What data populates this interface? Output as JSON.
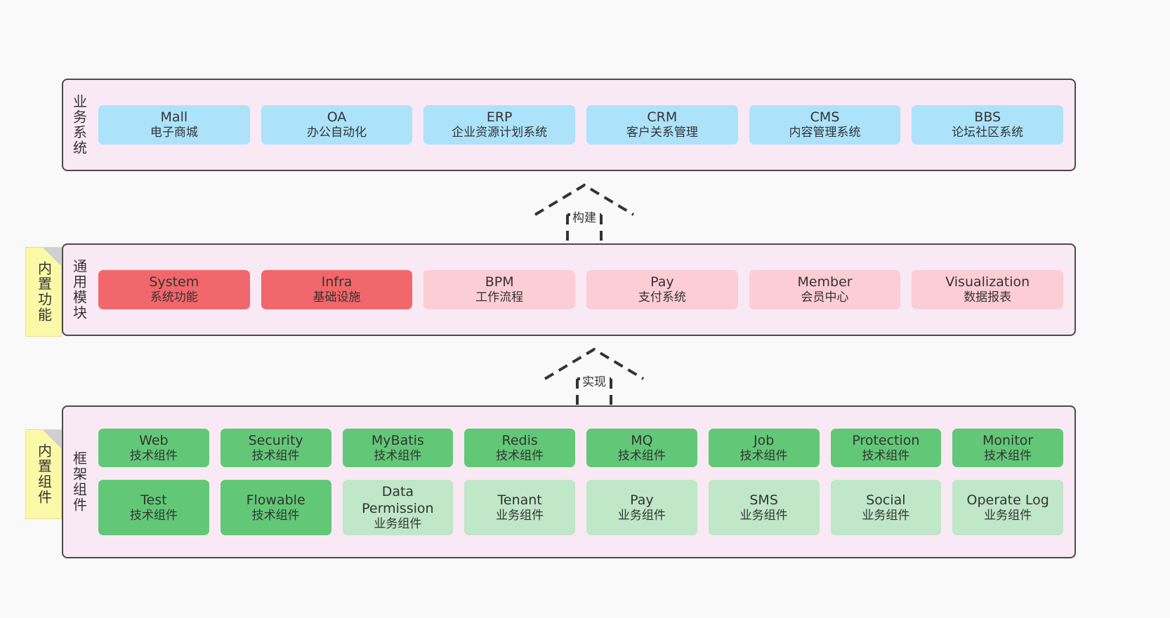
{
  "layers": [
    {
      "id": "business-systems",
      "title": "业务系统",
      "rows": [
        [
          {
            "name": "Mall",
            "desc": "电子商城",
            "color": "c-blue"
          },
          {
            "name": "OA",
            "desc": "办公自动化",
            "color": "c-blue"
          },
          {
            "name": "ERP",
            "desc": "企业资源计划系统",
            "color": "c-blue"
          },
          {
            "name": "CRM",
            "desc": "客户关系管理",
            "color": "c-blue"
          },
          {
            "name": "CMS",
            "desc": "内容管理系统",
            "color": "c-blue"
          },
          {
            "name": "BBS",
            "desc": "论坛社区系统",
            "color": "c-blue"
          }
        ]
      ]
    },
    {
      "id": "common-modules",
      "title": "通用模块",
      "note": "内置功能",
      "rows": [
        [
          {
            "name": "System",
            "desc": "系统功能",
            "color": "c-red"
          },
          {
            "name": "Infra",
            "desc": "基础设施",
            "color": "c-red"
          },
          {
            "name": "BPM",
            "desc": "工作流程",
            "color": "c-pink"
          },
          {
            "name": "Pay",
            "desc": "支付系统",
            "color": "c-pink"
          },
          {
            "name": "Member",
            "desc": "会员中心",
            "color": "c-pink"
          },
          {
            "name": "Visualization",
            "desc": "数据报表",
            "color": "c-pink"
          }
        ]
      ]
    },
    {
      "id": "framework-components",
      "title": "框架组件",
      "note": "内置组件",
      "rows": [
        [
          {
            "name": "Web",
            "desc": "技术组件",
            "color": "c-green"
          },
          {
            "name": "Security",
            "desc": "技术组件",
            "color": "c-green"
          },
          {
            "name": "MyBatis",
            "desc": "技术组件",
            "color": "c-green"
          },
          {
            "name": "Redis",
            "desc": "技术组件",
            "color": "c-green"
          },
          {
            "name": "MQ",
            "desc": "技术组件",
            "color": "c-green"
          },
          {
            "name": "Job",
            "desc": "技术组件",
            "color": "c-green"
          },
          {
            "name": "Protection",
            "desc": "技术组件",
            "color": "c-green"
          },
          {
            "name": "Monitor",
            "desc": "技术组件",
            "color": "c-green"
          }
        ],
        [
          {
            "name": "Test",
            "desc": "技术组件",
            "color": "c-green"
          },
          {
            "name": "Flowable",
            "desc": "技术组件",
            "color": "c-green"
          },
          {
            "name": "Data Permission",
            "desc": "业务组件",
            "color": "c-lightgreen"
          },
          {
            "name": "Tenant",
            "desc": "业务组件",
            "color": "c-lightgreen"
          },
          {
            "name": "Pay",
            "desc": "业务组件",
            "color": "c-lightgreen"
          },
          {
            "name": "SMS",
            "desc": "业务组件",
            "color": "c-lightgreen"
          },
          {
            "name": "Social",
            "desc": "业务组件",
            "color": "c-lightgreen"
          },
          {
            "name": "Operate Log",
            "desc": "业务组件",
            "color": "c-lightgreen"
          }
        ]
      ]
    }
  ],
  "arrows": [
    {
      "id": "build",
      "label": "构建"
    },
    {
      "id": "implement",
      "label": "实现"
    }
  ],
  "colors": {
    "background": "#f9f9f9",
    "layer_fill": "#f8e9f4",
    "layer_border": "#4a4a4a",
    "blue": "#ace3fb",
    "red": "#f2676b",
    "pink": "#fccdd5",
    "green": "#62c877",
    "light_green": "#bfe7c8",
    "note_fill": "#fbf9a8",
    "text": "#333333"
  }
}
